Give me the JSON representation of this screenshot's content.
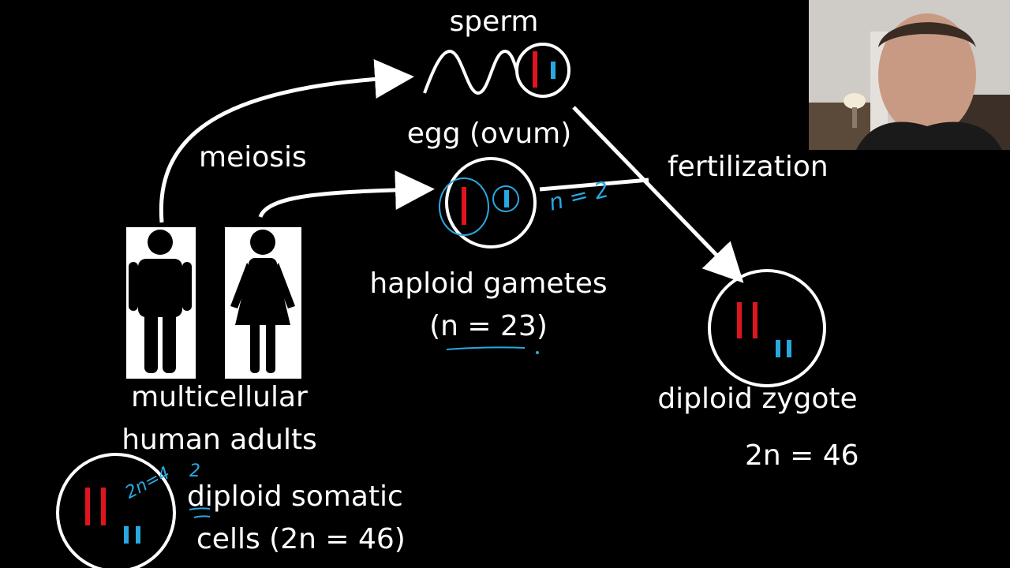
{
  "labels": {
    "sperm": "sperm",
    "egg": "egg (ovum)",
    "meiosis": "meiosis",
    "fertilization": "fertilization",
    "haploid_line1": "haploid gametes",
    "haploid_line2": "(n = 23)",
    "adults_line1": "multicellular",
    "adults_line2": "human adults",
    "somatic_line1": "diploid somatic",
    "somatic_line2": "cells (2n = 46)",
    "zygote": "diploid zygote",
    "zygote_count": "2n = 46"
  },
  "annotations": {
    "egg_n": "n = 2",
    "somatic_2n": "2n=4",
    "somatic_2": "2"
  },
  "colors": {
    "background": "#000000",
    "text": "#ffffff",
    "chromosome_red": "#e0141e",
    "chromosome_blue": "#29a8e0",
    "annotation": "#29a8e0"
  },
  "icons": [
    "man-icon",
    "woman-icon"
  ]
}
